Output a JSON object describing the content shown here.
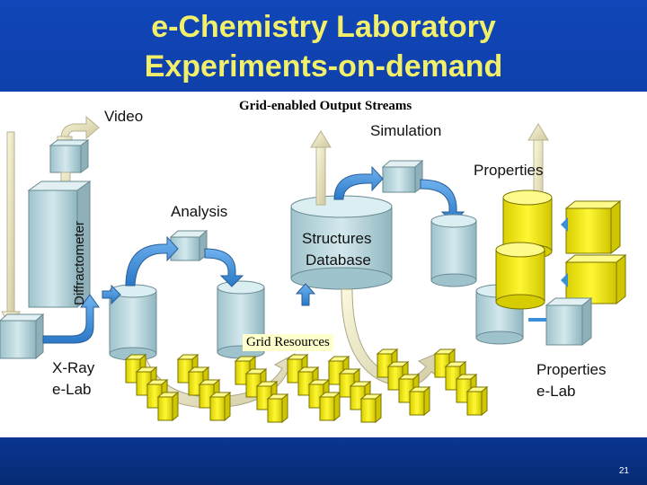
{
  "title": {
    "line1": "e-Chemistry Laboratory",
    "line2": "Experiments-on-demand"
  },
  "diagram": {
    "output_streams_label": "Grid-enabled Output Streams",
    "video_label": "Video",
    "simulation_label": "Simulation",
    "properties_label": "Properties",
    "analysis_label": "Analysis",
    "structures_db_line1": "Structures",
    "structures_db_line2": "Database",
    "diffractometer_label": "Diffractometer",
    "grid_resources_label": "Grid Resources",
    "xray_line1": "X-Ray",
    "xray_line2": "e-Lab",
    "properties_elab_line1": "Properties",
    "properties_elab_line2": "e-Lab"
  },
  "colors": {
    "background_blue": "#0b3a9a",
    "title_yellow": "#f2f06a",
    "box_teal": "#bcd9e0",
    "yellow_blocks": "#f5ee00",
    "arrow_blue": "#3a8fd8",
    "arrow_cream": "#f6f2c6"
  },
  "footer": {
    "page_number": "21"
  }
}
